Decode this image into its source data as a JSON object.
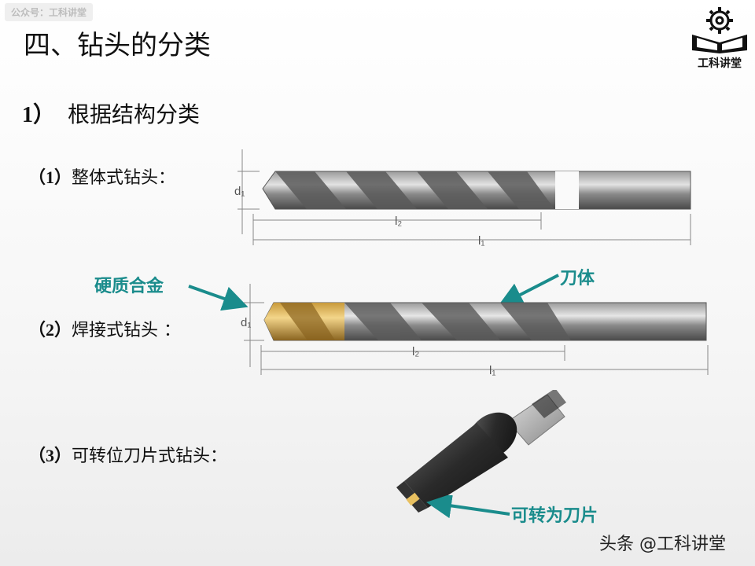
{
  "watermark": "公众号：工科讲堂",
  "title": "四、钻头的分类",
  "subtitle": {
    "num": "1）",
    "text": "根据结构分类"
  },
  "items": [
    {
      "paren": "（1）",
      "label": "整体式钻头："
    },
    {
      "paren": "（2）",
      "label": "焊接式钻头 ："
    },
    {
      "paren": "（3）",
      "label": "可转位刀片式钻头："
    }
  ],
  "callouts": {
    "carbide": "硬质合金",
    "body": "刀体",
    "insert": "可转为刀片"
  },
  "dims": {
    "d1": "d₁",
    "l1": "l₁",
    "l2": "l₂"
  },
  "logo_text": "工科讲堂",
  "footer": "头条 @工科讲堂",
  "colors": {
    "callout": "#1a8c8c",
    "arrow": "#1a8c8c"
  }
}
